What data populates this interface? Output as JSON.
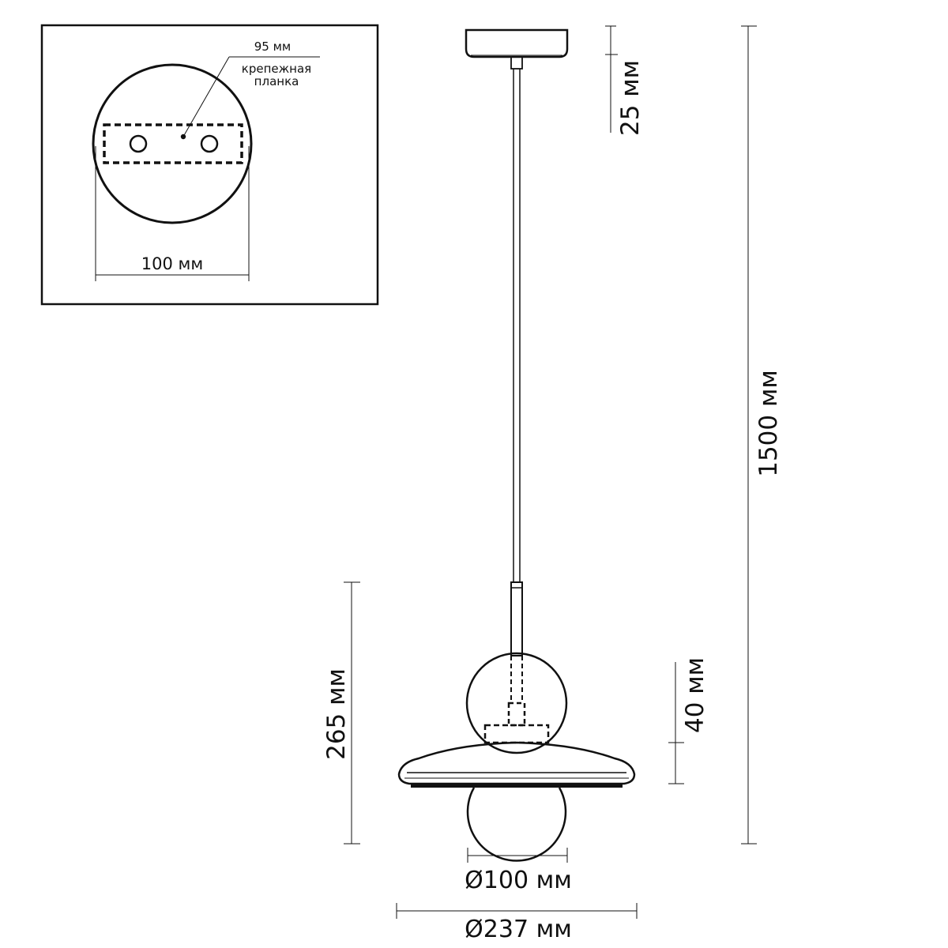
{
  "inset": {
    "plate_width_label": "95 мм",
    "plate_name_line1": "крепежная",
    "plate_name_line2": "планка",
    "canopy_diameter_label": "100 мм"
  },
  "dimensions": {
    "canopy_height": "25 мм",
    "total_length": "1500 мм",
    "body_height": "265 мм",
    "disc_offset": "40 мм",
    "globe_diameter": "Ø100 мм",
    "disc_diameter": "Ø237 мм"
  }
}
